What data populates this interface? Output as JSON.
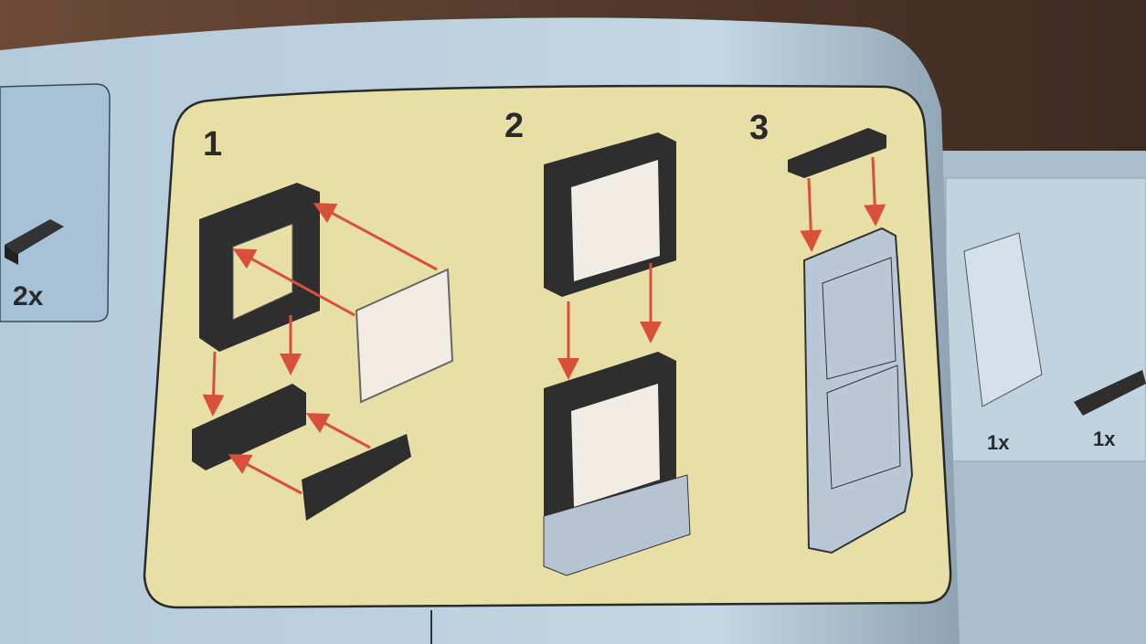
{
  "steps": [
    {
      "number": "1"
    },
    {
      "number": "2"
    },
    {
      "number": "3"
    }
  ],
  "left_panel": {
    "quantity": "2x"
  },
  "right_panel": {
    "items": [
      {
        "quantity": "1x"
      },
      {
        "quantity": "1x"
      }
    ]
  },
  "colors": {
    "page": "#b9d0e0",
    "step_box": "#e9e0a8",
    "arrow": "#d9503a",
    "dark_brick": "#2e2e2e",
    "light_brick": "#aab8c8"
  }
}
